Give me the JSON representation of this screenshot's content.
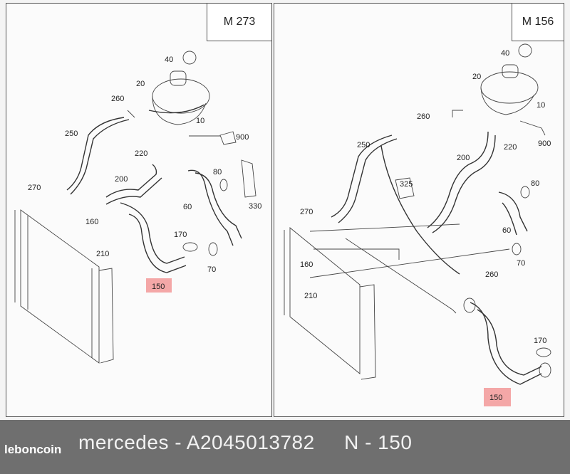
{
  "diagram": {
    "left_panel": {
      "model": "M 273",
      "labels": [
        "40",
        "20",
        "260",
        "10",
        "250",
        "900",
        "220",
        "80",
        "270",
        "200",
        "330",
        "60",
        "160",
        "170",
        "210",
        "70",
        "150"
      ],
      "highlighted": "150"
    },
    "right_panel": {
      "model": "M 156",
      "labels": [
        "40",
        "20",
        "10",
        "260",
        "900",
        "250",
        "220",
        "200",
        "325",
        "80",
        "270",
        "60",
        "160",
        "70",
        "210",
        "260",
        "170",
        "150"
      ],
      "highlighted": "150"
    }
  },
  "footer": {
    "caption": "mercedes - A2045013782     N - 150",
    "brand": "leboncoin"
  },
  "colors": {
    "highlight": "#f4a7a7",
    "footer_bg": "#6f6f6f"
  }
}
